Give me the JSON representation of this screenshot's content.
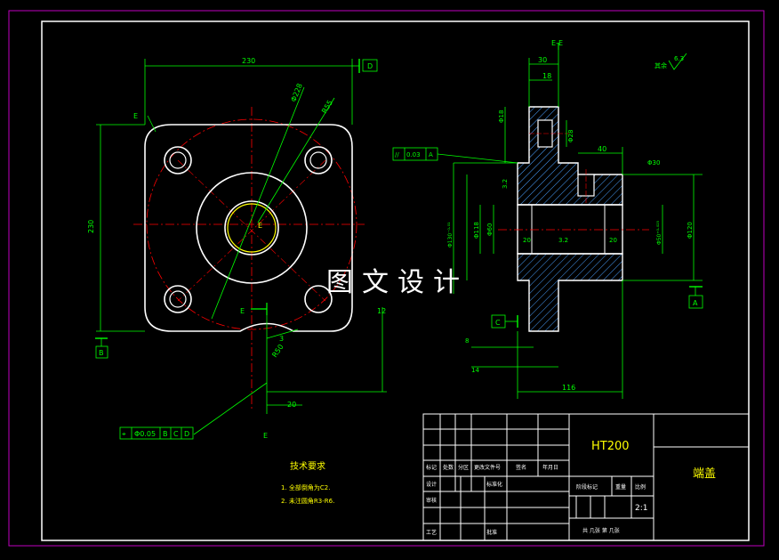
{
  "watermark": "图文设计",
  "section_label": "E-E",
  "roughness": {
    "value": "6.3",
    "note": "其余"
  },
  "dims": {
    "top_width": "230",
    "left_height": "230",
    "diag_1": "Φ228",
    "diag_2": "R55",
    "section_30": "30",
    "section_18": "18",
    "section_phi18": "Φ18",
    "section_phi28": "Φ28",
    "section_40": "40",
    "section_phi30": "Φ30",
    "section_phi120": "Φ120",
    "section_phi50": "Φ50⁺⁰·⁰²⁵",
    "section_phi60": "Φ60",
    "section_phi118": "Φ118",
    "section_phi130": "Φ130⁻⁰·⁰¹",
    "section_33a": "3.2",
    "section_33b": "3.2",
    "section_20a": "20",
    "section_20b": "20",
    "section_116": "116",
    "section_8": "8",
    "section_14": "14",
    "plan_12": "12",
    "plan_20": "20",
    "plan_r50": "R50",
    "plan_3": "3"
  },
  "labels": {
    "E_top": "E",
    "E_mid": "E",
    "E_bottom": "E",
    "E_center": "E",
    "datum_D": "D",
    "datum_B": "B",
    "datum_A": "A",
    "datum_C": "C"
  },
  "tolerance_frames": {
    "parallel": [
      "//",
      "0.03",
      "A"
    ],
    "position": [
      "⌖",
      "Φ0.05",
      "B",
      "C",
      "D"
    ]
  },
  "tech_requirements": {
    "title": "技术要求",
    "items": [
      "1. 全部倒角为C2.",
      "2. 未注圆角R3-R6."
    ]
  },
  "title_block": {
    "material": "HT200",
    "part_name": "端盖",
    "row_headers": [
      "标记",
      "处数",
      "分区",
      "更改文件号",
      "签名",
      "年月日"
    ],
    "design": "设计",
    "standard": "标准化",
    "review": "审核",
    "process": "工艺",
    "approve": "批准",
    "stage_mark": "阶段标记",
    "weight": "重量",
    "scale": "比例",
    "scale_value": "2:1",
    "sheets": "共  几张  第  几张"
  }
}
